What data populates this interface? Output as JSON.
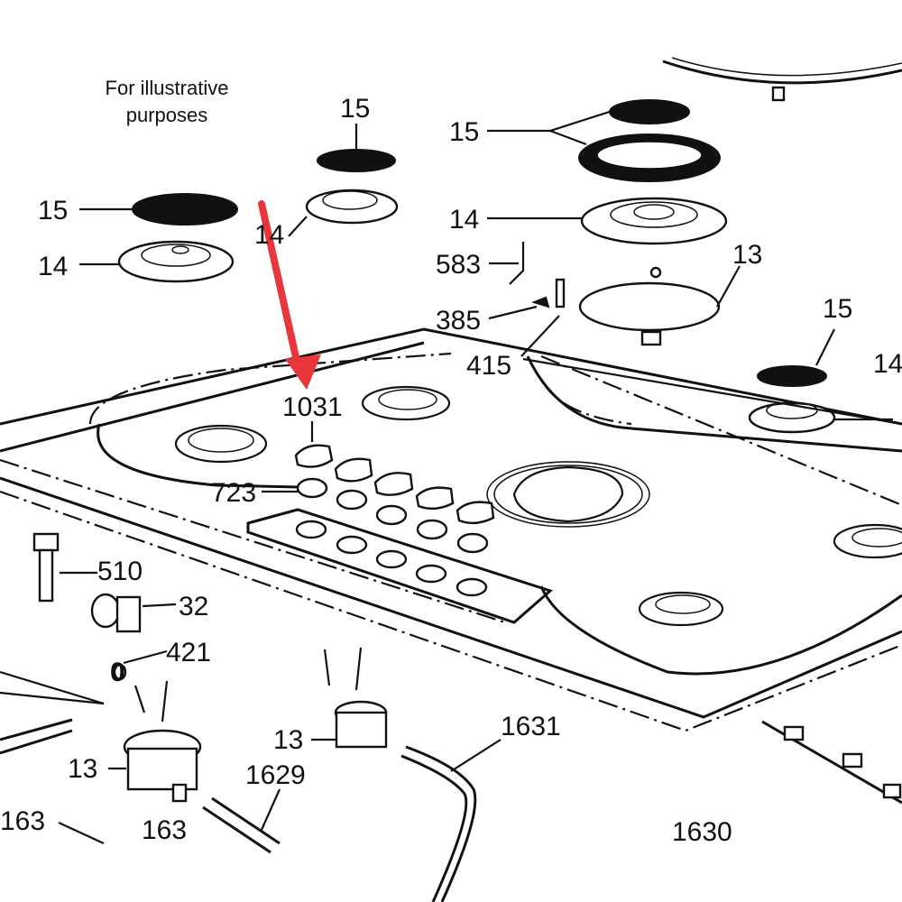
{
  "diagram": {
    "note": "For illustrative purposes",
    "highlight_color": "#e8363a",
    "highlighted_part": "1031",
    "callouts": [
      {
        "id": "c-15-a",
        "label": "15",
        "part": "burner cap (small, left)"
      },
      {
        "id": "c-14-a",
        "label": "14",
        "part": "burner head (left)"
      },
      {
        "id": "c-15-b",
        "label": "15",
        "part": "burner cap (top center)"
      },
      {
        "id": "c-14-b",
        "label": "14",
        "part": "burner head (top center)"
      },
      {
        "id": "c-15-c",
        "label": "15",
        "part": "burner caps (wok burner)"
      },
      {
        "id": "c-14-c",
        "label": "14",
        "part": "burner head (wok burner)"
      },
      {
        "id": "c-583",
        "label": "583",
        "part": "thermocouple"
      },
      {
        "id": "c-13-a",
        "label": "13",
        "part": "burner base"
      },
      {
        "id": "c-385",
        "label": "385",
        "part": "clip"
      },
      {
        "id": "c-415",
        "label": "415",
        "part": "spark electrode"
      },
      {
        "id": "c-15-d",
        "label": "15",
        "part": "burner cap (right)"
      },
      {
        "id": "c-14-d",
        "label": "14",
        "part": "burner head (right)"
      },
      {
        "id": "c-1031",
        "label": "1031",
        "part": "control knob"
      },
      {
        "id": "c-723",
        "label": "723",
        "part": "knob bezel"
      },
      {
        "id": "c-510",
        "label": "510",
        "part": "hose fitting"
      },
      {
        "id": "c-32",
        "label": "32",
        "part": "elbow"
      },
      {
        "id": "c-421",
        "label": "421",
        "part": "seal ring"
      },
      {
        "id": "c-0",
        "label": "0",
        "part": "o-ring"
      },
      {
        "id": "c-13-b",
        "label": "13",
        "part": "burner base (lower left)"
      },
      {
        "id": "c-13-c",
        "label": "13",
        "part": "burner base (lower center)"
      },
      {
        "id": "c-1629",
        "label": "1629",
        "part": "gas tube"
      },
      {
        "id": "c-1631",
        "label": "1631",
        "part": "gas tube"
      },
      {
        "id": "c-163-a",
        "label": "163",
        "part": "screw"
      },
      {
        "id": "c-163-b",
        "label": "163",
        "part": "screw"
      },
      {
        "id": "c-1630",
        "label": "1630",
        "part": "ignition harness"
      }
    ]
  }
}
